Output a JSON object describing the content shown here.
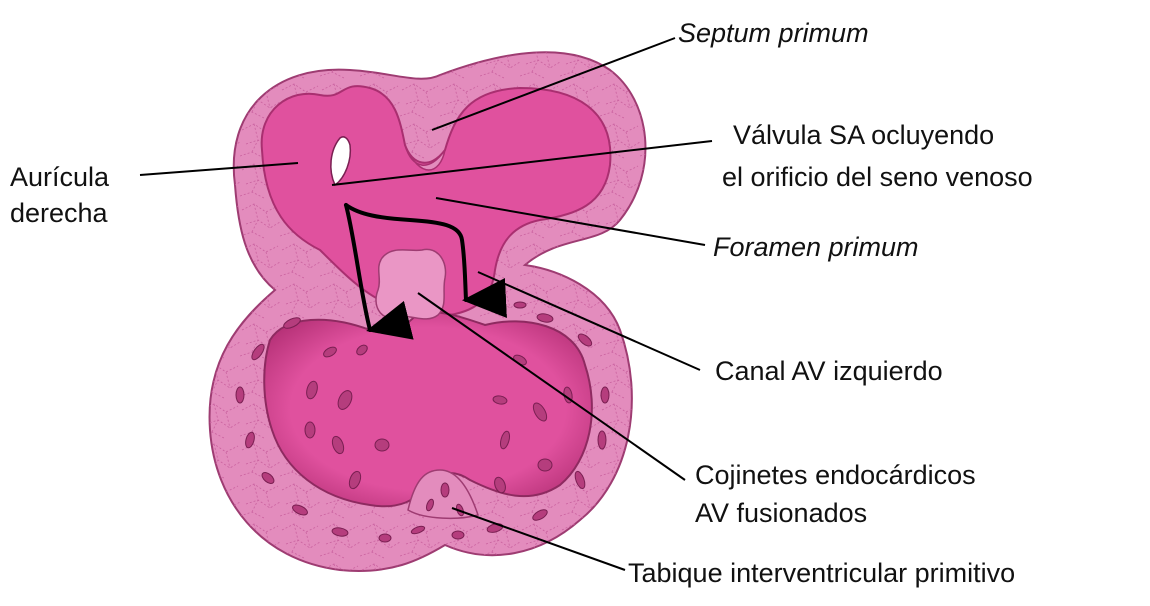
{
  "colors": {
    "wall": "#e38cbd",
    "wall_line": "#b44d87",
    "cavity": "#e0519e",
    "cavity_dark": "#b83379",
    "cushion": "#ea96c5",
    "trabecula": "#b53d7d",
    "arrow": "#000000",
    "leader": "#000000"
  },
  "labels": {
    "septum_primum": "Septum primum",
    "valvula_sa_1": "Válvula SA ocluyendo",
    "valvula_sa_2": "el orificio del seno venoso",
    "auricula_1": "Aurícula",
    "auricula_2": "derecha",
    "foramen_primum": "Foramen primum",
    "canal_av": "Canal AV izquierdo",
    "cojinetes_1": "Cojinetes endocárdicos",
    "cojinetes_2": "AV fusionados",
    "tabique": "Tabique interventricular primitivo"
  },
  "italic_labels": [
    "septum_primum",
    "foramen_primum"
  ]
}
